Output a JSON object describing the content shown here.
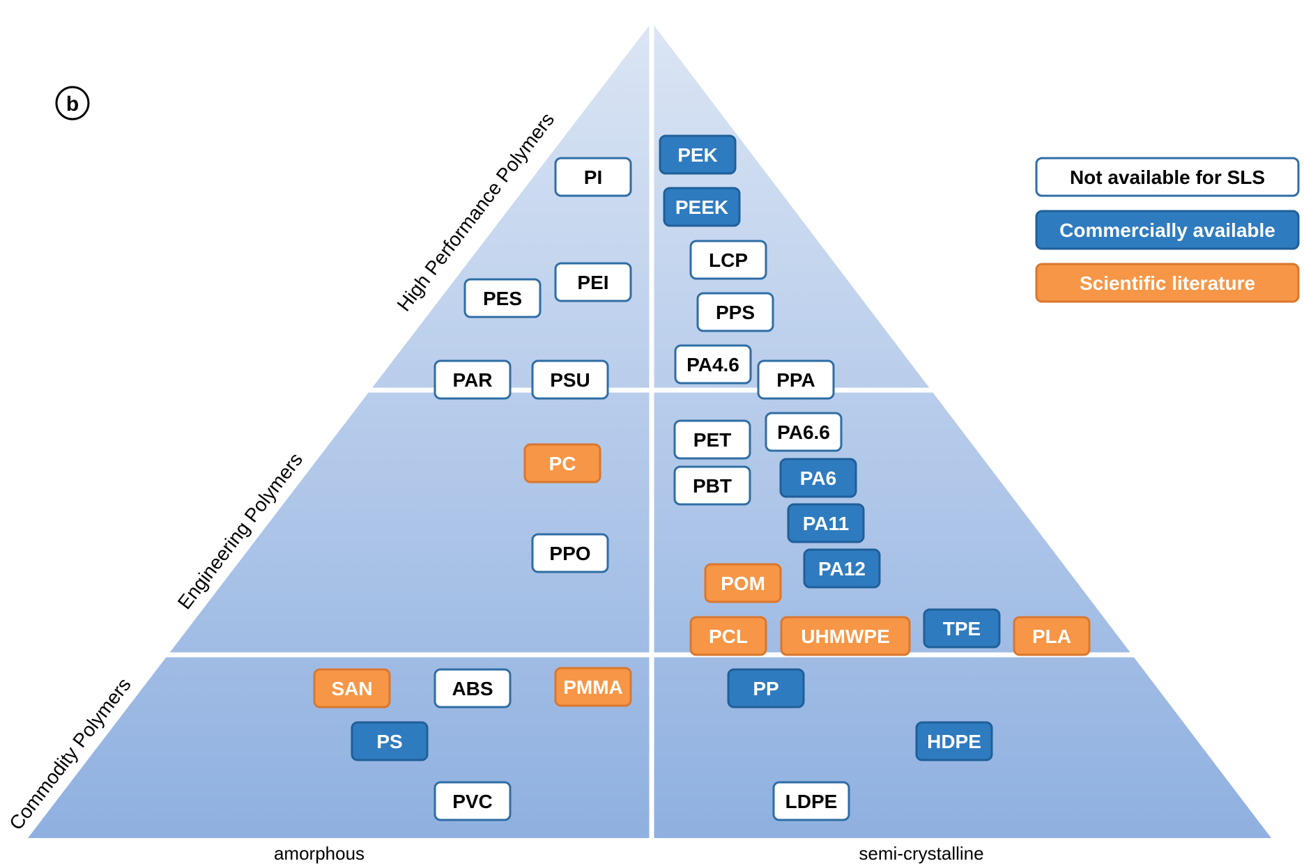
{
  "panel_label": "b",
  "tiers": [
    {
      "id": "high",
      "label": "High Performance Polymers"
    },
    {
      "id": "engineering",
      "label": "Engineering Polymers"
    },
    {
      "id": "commodity",
      "label": "Commodity Polymers"
    }
  ],
  "axis": {
    "left": "amorphous",
    "right": "semi-crystalline"
  },
  "colors": {
    "not_available_fill": "#ffffff",
    "not_available_text": "#000000",
    "commercial_fill": "#2f7bbf",
    "commercial_text": "#ffffff",
    "scientific_fill": "#f79646",
    "scientific_text": "#ffffff",
    "box_border": "#2e6da4",
    "pyramid_top": "#dbe5f4",
    "pyramid_bottom": "#8fb0e0"
  },
  "legend": [
    {
      "status": "not_available",
      "label": "Not available for SLS"
    },
    {
      "status": "commercial",
      "label": "Commercially available"
    },
    {
      "status": "scientific",
      "label": "Scientific literature"
    }
  ],
  "polymers": [
    {
      "name": "PI",
      "tier": "high",
      "class": "amorphous",
      "status": "not_available"
    },
    {
      "name": "PEI",
      "tier": "high",
      "class": "amorphous",
      "status": "not_available"
    },
    {
      "name": "PES",
      "tier": "high",
      "class": "amorphous",
      "status": "not_available"
    },
    {
      "name": "PAR",
      "tier": "high",
      "class": "amorphous",
      "status": "not_available"
    },
    {
      "name": "PSU",
      "tier": "high",
      "class": "amorphous",
      "status": "not_available"
    },
    {
      "name": "PEK",
      "tier": "high",
      "class": "semi-crystalline",
      "status": "commercial"
    },
    {
      "name": "PEEK",
      "tier": "high",
      "class": "semi-crystalline",
      "status": "commercial"
    },
    {
      "name": "LCP",
      "tier": "high",
      "class": "semi-crystalline",
      "status": "not_available"
    },
    {
      "name": "PPS",
      "tier": "high",
      "class": "semi-crystalline",
      "status": "not_available"
    },
    {
      "name": "PA4.6",
      "tier": "high",
      "class": "semi-crystalline",
      "status": "not_available"
    },
    {
      "name": "PPA",
      "tier": "high",
      "class": "semi-crystalline",
      "status": "not_available"
    },
    {
      "name": "PC",
      "tier": "engineering",
      "class": "amorphous",
      "status": "scientific"
    },
    {
      "name": "PPO",
      "tier": "engineering",
      "class": "amorphous",
      "status": "not_available"
    },
    {
      "name": "PET",
      "tier": "engineering",
      "class": "semi-crystalline",
      "status": "not_available"
    },
    {
      "name": "PA6.6",
      "tier": "engineering",
      "class": "semi-crystalline",
      "status": "not_available"
    },
    {
      "name": "PBT",
      "tier": "engineering",
      "class": "semi-crystalline",
      "status": "not_available"
    },
    {
      "name": "PA6",
      "tier": "engineering",
      "class": "semi-crystalline",
      "status": "commercial"
    },
    {
      "name": "PA11",
      "tier": "engineering",
      "class": "semi-crystalline",
      "status": "commercial"
    },
    {
      "name": "PA12",
      "tier": "engineering",
      "class": "semi-crystalline",
      "status": "commercial"
    },
    {
      "name": "POM",
      "tier": "engineering",
      "class": "semi-crystalline",
      "status": "scientific"
    },
    {
      "name": "PCL",
      "tier": "engineering",
      "class": "semi-crystalline",
      "status": "scientific"
    },
    {
      "name": "UHMWPE",
      "tier": "engineering",
      "class": "semi-crystalline",
      "status": "scientific"
    },
    {
      "name": "TPE",
      "tier": "engineering",
      "class": "semi-crystalline",
      "status": "commercial"
    },
    {
      "name": "PLA",
      "tier": "engineering",
      "class": "semi-crystalline",
      "status": "scientific"
    },
    {
      "name": "SAN",
      "tier": "commodity",
      "class": "amorphous",
      "status": "scientific"
    },
    {
      "name": "ABS",
      "tier": "commodity",
      "class": "amorphous",
      "status": "not_available"
    },
    {
      "name": "PMMA",
      "tier": "commodity",
      "class": "amorphous",
      "status": "scientific"
    },
    {
      "name": "PS",
      "tier": "commodity",
      "class": "amorphous",
      "status": "commercial"
    },
    {
      "name": "PVC",
      "tier": "commodity",
      "class": "amorphous",
      "status": "not_available"
    },
    {
      "name": "PP",
      "tier": "commodity",
      "class": "semi-crystalline",
      "status": "commercial"
    },
    {
      "name": "HDPE",
      "tier": "commodity",
      "class": "semi-crystalline",
      "status": "commercial"
    },
    {
      "name": "LDPE",
      "tier": "commodity",
      "class": "semi-crystalline",
      "status": "not_available"
    }
  ]
}
